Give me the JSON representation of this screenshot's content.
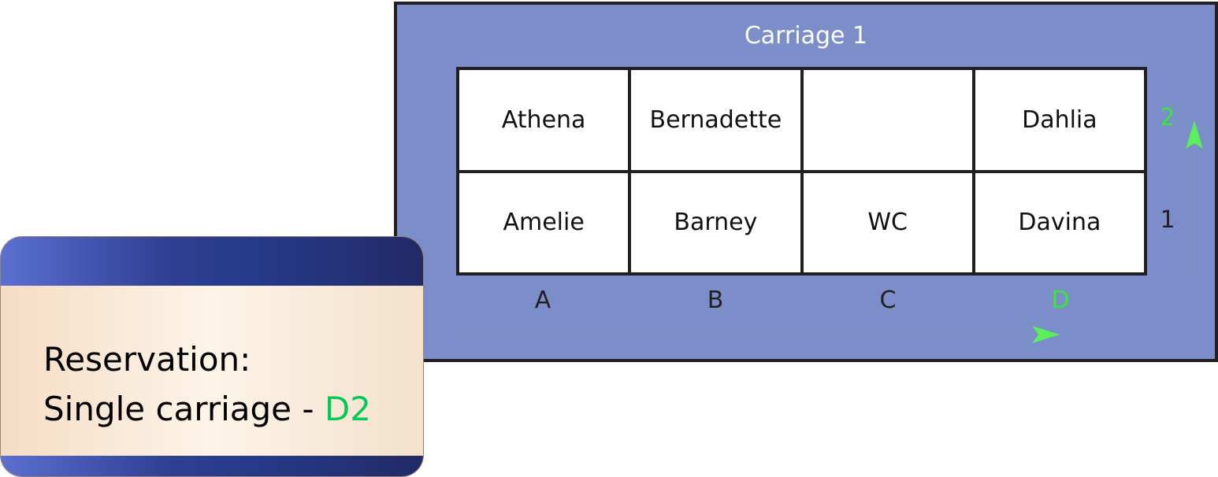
{
  "carriage": {
    "title": "Carriage 1",
    "seats": [
      [
        "Athena",
        "Bernadette",
        "",
        "Dahlia"
      ],
      [
        "Amelie",
        "Barney",
        "WC",
        "Davina"
      ]
    ],
    "columns": [
      "A",
      "B",
      "C",
      "D"
    ],
    "rows": [
      "2",
      "1"
    ],
    "highlight_color": "#39e639"
  },
  "reservation": {
    "label": "Reservation:",
    "type": "Single carriage - ",
    "seat": "D2"
  }
}
